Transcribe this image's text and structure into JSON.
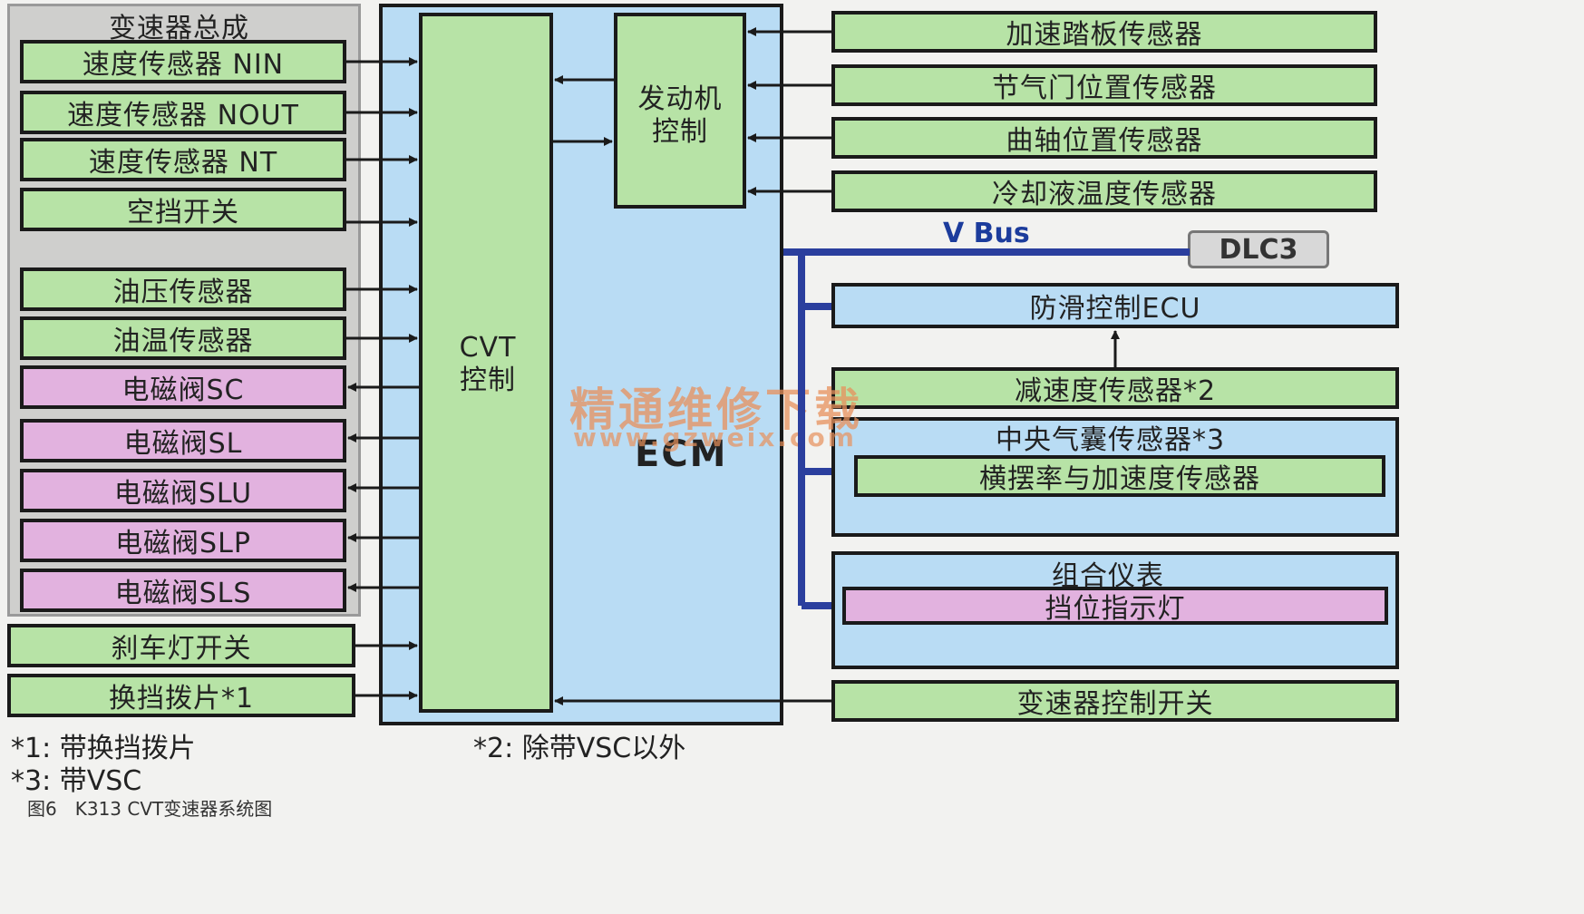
{
  "transmission_assembly": {
    "title": "变速器总成",
    "sensors": [
      "速度传感器 NIN",
      "速度传感器 NOUT",
      "速度传感器 NT",
      "空挡开关",
      "油压传感器",
      "油温传感器"
    ],
    "solenoids": [
      "电磁阀SC",
      "电磁阀SL",
      "电磁阀SLU",
      "电磁阀SLP",
      "电磁阀SLS"
    ]
  },
  "left_inputs": [
    "刹车灯开关",
    "换挡拨片*1"
  ],
  "ecm": {
    "label": "ECM",
    "cvt_control": "CVT\n控制",
    "engine_control": "发动机\n控制"
  },
  "engine_sensors": [
    "加速踏板传感器",
    "节气门位置传感器",
    "曲轴位置传感器",
    "冷却液温度传感器"
  ],
  "vbus": {
    "label": "V Bus",
    "dlc": "DLC3"
  },
  "bus_nodes": {
    "abs_ecu": "防滑控制ECU",
    "decel_sensor": "减速度传感器*2",
    "airbag_sensor": "中央气囊传感器*3",
    "yaw_sensor": "横摆率与加速度传感器",
    "combination_meter": "组合仪表",
    "shift_indicator": "挡位指示灯"
  },
  "transmission_switch": "变速器控制开关",
  "notes": {
    "n1": "*1: 带换挡拨片",
    "n2": "*2: 除带VSC以外",
    "n3": "*3: 带VSC"
  },
  "caption": "图6　K313 CVT变速器系统图",
  "watermark": {
    "line1": "精通维修下载",
    "line2": "www.gzweix.com"
  },
  "colors": {
    "sensor": "#b7e3a6",
    "solenoid": "#e2b2df",
    "ecm": "#b9dcf4",
    "bus": "#2b3f9e"
  }
}
